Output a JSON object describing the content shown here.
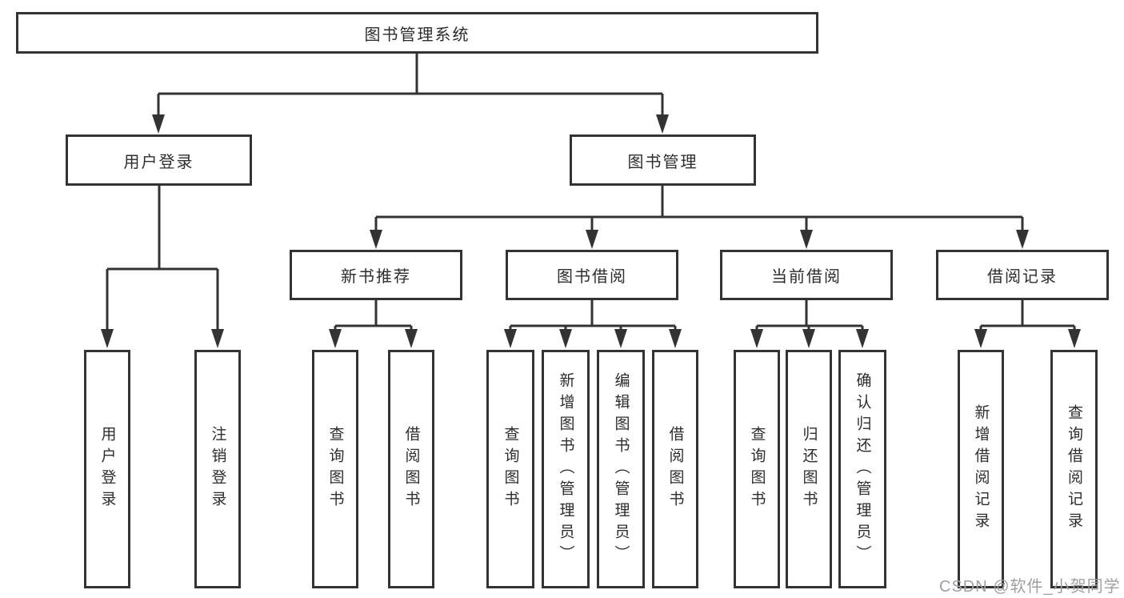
{
  "tree": {
    "root": {
      "label": "图书管理系统"
    },
    "user": {
      "label": "用户登录",
      "children": [
        "用户登录",
        "注销登录"
      ]
    },
    "books": {
      "label": "图书管理",
      "sections": [
        {
          "label": "新书推荐",
          "children": [
            "查询图书",
            "借阅图书"
          ]
        },
        {
          "label": "图书借阅",
          "children": [
            "查询图书",
            "新增图书（管理员）",
            "编辑图书（管理员）",
            "借阅图书"
          ]
        },
        {
          "label": "当前借阅",
          "children": [
            "查询图书",
            "归还图书",
            "确认归还（管理员）"
          ]
        },
        {
          "label": "借阅记录",
          "children": [
            "新增借阅记录",
            "查询借阅记录"
          ]
        }
      ]
    }
  },
  "watermark": "CSDN @软件_小贺同学",
  "colors": {
    "line": "#333333",
    "text": "#2d2d2d",
    "watermark": "#9ea0a6",
    "background": "#ffffff"
  }
}
